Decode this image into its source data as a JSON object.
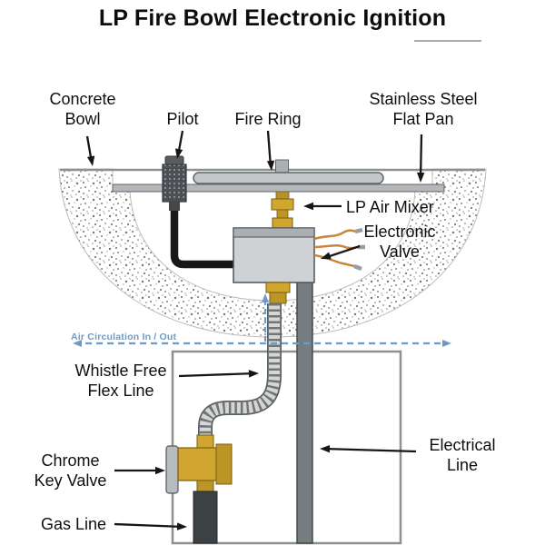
{
  "title": "LP Fire Bowl Electronic Ignition",
  "labels": {
    "concrete_bowl": {
      "line1": "Concrete",
      "line2": "Bowl"
    },
    "pilot": {
      "text": "Pilot"
    },
    "fire_ring": {
      "text": "Fire Ring"
    },
    "flat_pan": {
      "line1": "Stainless Steel",
      "line2": "Flat Pan"
    },
    "lp_air_mixer": {
      "text": "LP Air Mixer"
    },
    "electronic_valve": {
      "line1": "Electronic",
      "line2": "Valve"
    },
    "air_circulation": {
      "text": "Air Circulation In / Out"
    },
    "whistle_free": {
      "line1": "Whistle Free",
      "line2": "Flex Line"
    },
    "chrome_key_valve": {
      "line1": "Chrome",
      "line2": "Key Valve"
    },
    "gas_line": {
      "text": "Gas Line"
    },
    "electrical_line": {
      "line1": "Electrical",
      "line2": "Line"
    }
  },
  "colors": {
    "accent_blue": "#6d9bc7",
    "brass": "#d0a62e",
    "brass_dark": "#bb9526",
    "concrete_gray": "#8f9089",
    "steel_gray": "#b7bbbd",
    "pipe_dark": "#3c4144"
  }
}
